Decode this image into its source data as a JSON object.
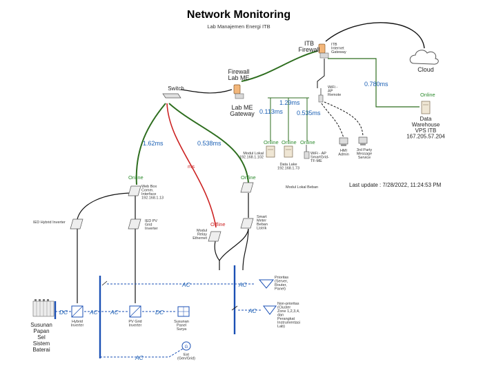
{
  "header": {
    "title": "Network Monitoring",
    "subtitle": "Lab Manajemen Energi ITB"
  },
  "last_update": "Last update : 7/28/2022, 11:24:53 PM",
  "nodes": {
    "itb_firewall": "ITB\nFirewall",
    "itb_gateway": "ITB\nInternet\nGateway",
    "cloud": "Cloud",
    "firewall_lab": "Firewall\nLab ME",
    "switch": "Switch",
    "lab_gateway": "Lab ME\nGateway",
    "wifi_ap_remote": "WiFi -\nAP\nRemote",
    "hmi_admin": "HMI\nAdmin",
    "third_party": "3rd Party\nMessage\nService",
    "data_warehouse": "Data\nWarehouse\nVPS ITB\n167.205.57.204",
    "modul_lokal": "Modul Lokal\n192.168.1.102",
    "data_lake": "Data Lake\n192.168.1.73",
    "wifi_smartgrid": "WiFi - AP\nSmartGrid-\nTF-ME",
    "modul_lokal_beban": "Modul Lokal Beban",
    "web_box": "Web Box\nComm.\nInterface\n192.168.1.13",
    "ied_hybrid": "IED Hybrid Inverter",
    "ied_pv": "IED PV\nGrid\nInverter",
    "modul_relay": "Modul\nRelay\nEthernet",
    "smart_meter": "Smart\nMeter\nBeban\nListrik",
    "baterai": "Susunan\nPapan\nSel\nSistem\nBaterai",
    "hybrid_inverter": "Hybrid\nInverter",
    "pv_inverter": "PV Grid\nInverter",
    "panel_surya": "Susunan\nPanel\nSurya",
    "ext": "Ext\n(Gen/Grid)",
    "prioritas": "Prioritas\n(Server,\nRouter,\nPanel)",
    "non_prioritas": "Non-prioritas\n(Cluster\nZone 1,2,3,4,\ndan\nPerangkat\nInstrumentasi\nLab)"
  },
  "status": {
    "online": "Online",
    "offline": "Offline"
  },
  "latency": {
    "dw": "0.780ms",
    "gw1": "0.113ms",
    "gw2": "1.29ms",
    "gw3": "0.535ms",
    "wb": "1.62ms",
    "relay": "ms",
    "meter": "0.538ms"
  },
  "power_labels": {
    "dc": "DC",
    "ac": "AC"
  },
  "colors": {
    "online_link": "#2e6e1f",
    "offline_link": "#cc2222",
    "bus": "#1a4fb4",
    "ac_wire": "#1a4fb4"
  }
}
